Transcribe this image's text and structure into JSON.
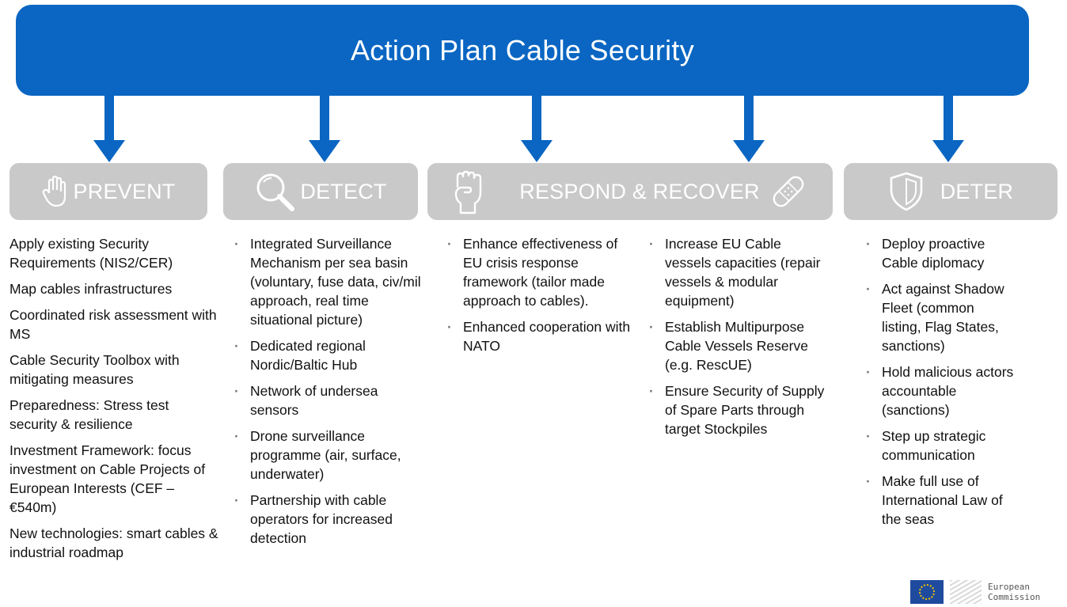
{
  "title": "Action Plan Cable Security",
  "pillars": [
    {
      "label": "PREVENT",
      "icon": "hand-stop-icon"
    },
    {
      "label": "DETECT",
      "icon": "magnifier-icon"
    },
    {
      "label": "RESPOND & RECOVER",
      "icon": "fist-icon",
      "icon2": "bandage-icon"
    },
    {
      "label": "DETER",
      "icon": "shield-icon"
    }
  ],
  "columns": {
    "prevent": [
      "Apply existing Security Requirements (NIS2/CER)",
      "Map cables infrastructures",
      "Coordinated risk assessment with MS",
      "Cable Security Toolbox with mitigating measures",
      "Preparedness: Stress test security & resilience",
      "Investment Framework: focus investment on Cable Projects of European Interests (CEF – €540m)",
      "New technologies: smart cables & industrial roadmap"
    ],
    "detect": [
      "Integrated Surveillance Mechanism per sea basin (voluntary, fuse data, civ/mil approach, real time situational picture)",
      "Dedicated regional Nordic/Baltic Hub",
      "Network of undersea sensors",
      "Drone surveillance programme (air, surface, underwater)",
      "Partnership with cable operators for increased detection"
    ],
    "respond": [
      "Enhance effectiveness of EU crisis response framework (tailor made approach to cables).",
      "Enhanced cooperation with NATO"
    ],
    "recover": [
      "Increase EU Cable vessels capacities (repair vessels & modular equipment)",
      "Establish Multipurpose Cable Vessels Reserve (e.g. RescUE)",
      "Ensure Security of Supply of Spare Parts through target Stockpiles"
    ],
    "deter": [
      "Deploy proactive Cable diplomacy",
      "Act against Shadow Fleet (common listing, Flag States, sanctions)",
      "Hold malicious actors accountable (sanctions)",
      "Step up strategic communication",
      "Make full use of International Law of the seas"
    ]
  },
  "logo": {
    "line1": "European",
    "line2": "Commission"
  },
  "colors": {
    "primary": "#0a66c2",
    "pillar": "#c9c9c9"
  }
}
